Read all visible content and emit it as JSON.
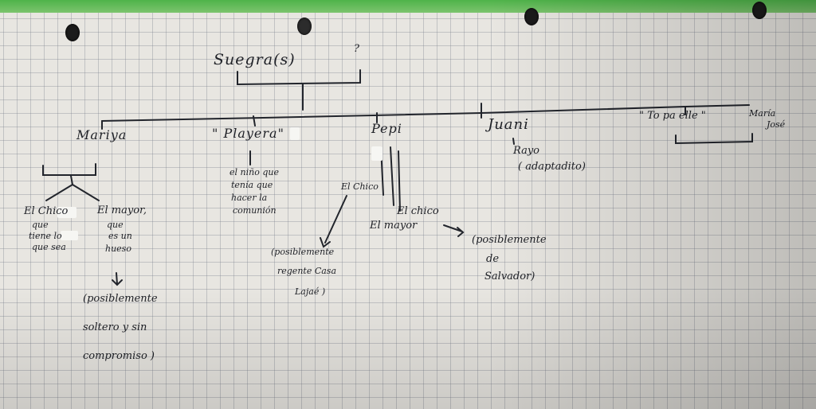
{
  "diagram": {
    "root": {
      "label": "Suegra(s)",
      "note": "?"
    },
    "children": [
      {
        "id": "mariya",
        "label": "Mariya",
        "sub": [
          {
            "label": "El Chico",
            "desc": [
              "que",
              "tiene lo",
              "que sea"
            ]
          },
          {
            "label": "El mayor,",
            "desc": [
              "que",
              "es un",
              "hueso"
            ],
            "extra": [
              "(posiblemente",
              "soltero y sin",
              "compromiso )"
            ]
          }
        ]
      },
      {
        "id": "playera",
        "label": "\" Playera\"",
        "desc": [
          "el niño que",
          "tenía que",
          "hacer la",
          "comunión"
        ]
      },
      {
        "id": "pepi",
        "label": "Pepi",
        "sub": [
          {
            "label": "El Chico",
            "extra": [
              "(posiblemente",
              "regente Casa",
              "Lajaé )"
            ]
          },
          {
            "label": "El mayor"
          },
          {
            "label": "El chico",
            "extra": [
              "(posiblemente",
              "de",
              "Salvador)"
            ]
          }
        ]
      },
      {
        "id": "juani",
        "label": "Juani",
        "sub": [
          {
            "label": "Rayo",
            "desc": [
              "( adaptadito)"
            ]
          }
        ]
      },
      {
        "id": "topaelle",
        "label": "\" To pa elle \"",
        "partner": [
          "María",
          "José"
        ]
      }
    ]
  },
  "colors": {
    "ink": "#1e2026",
    "paper": "#e8e6e1",
    "band": "#4fb34a"
  }
}
